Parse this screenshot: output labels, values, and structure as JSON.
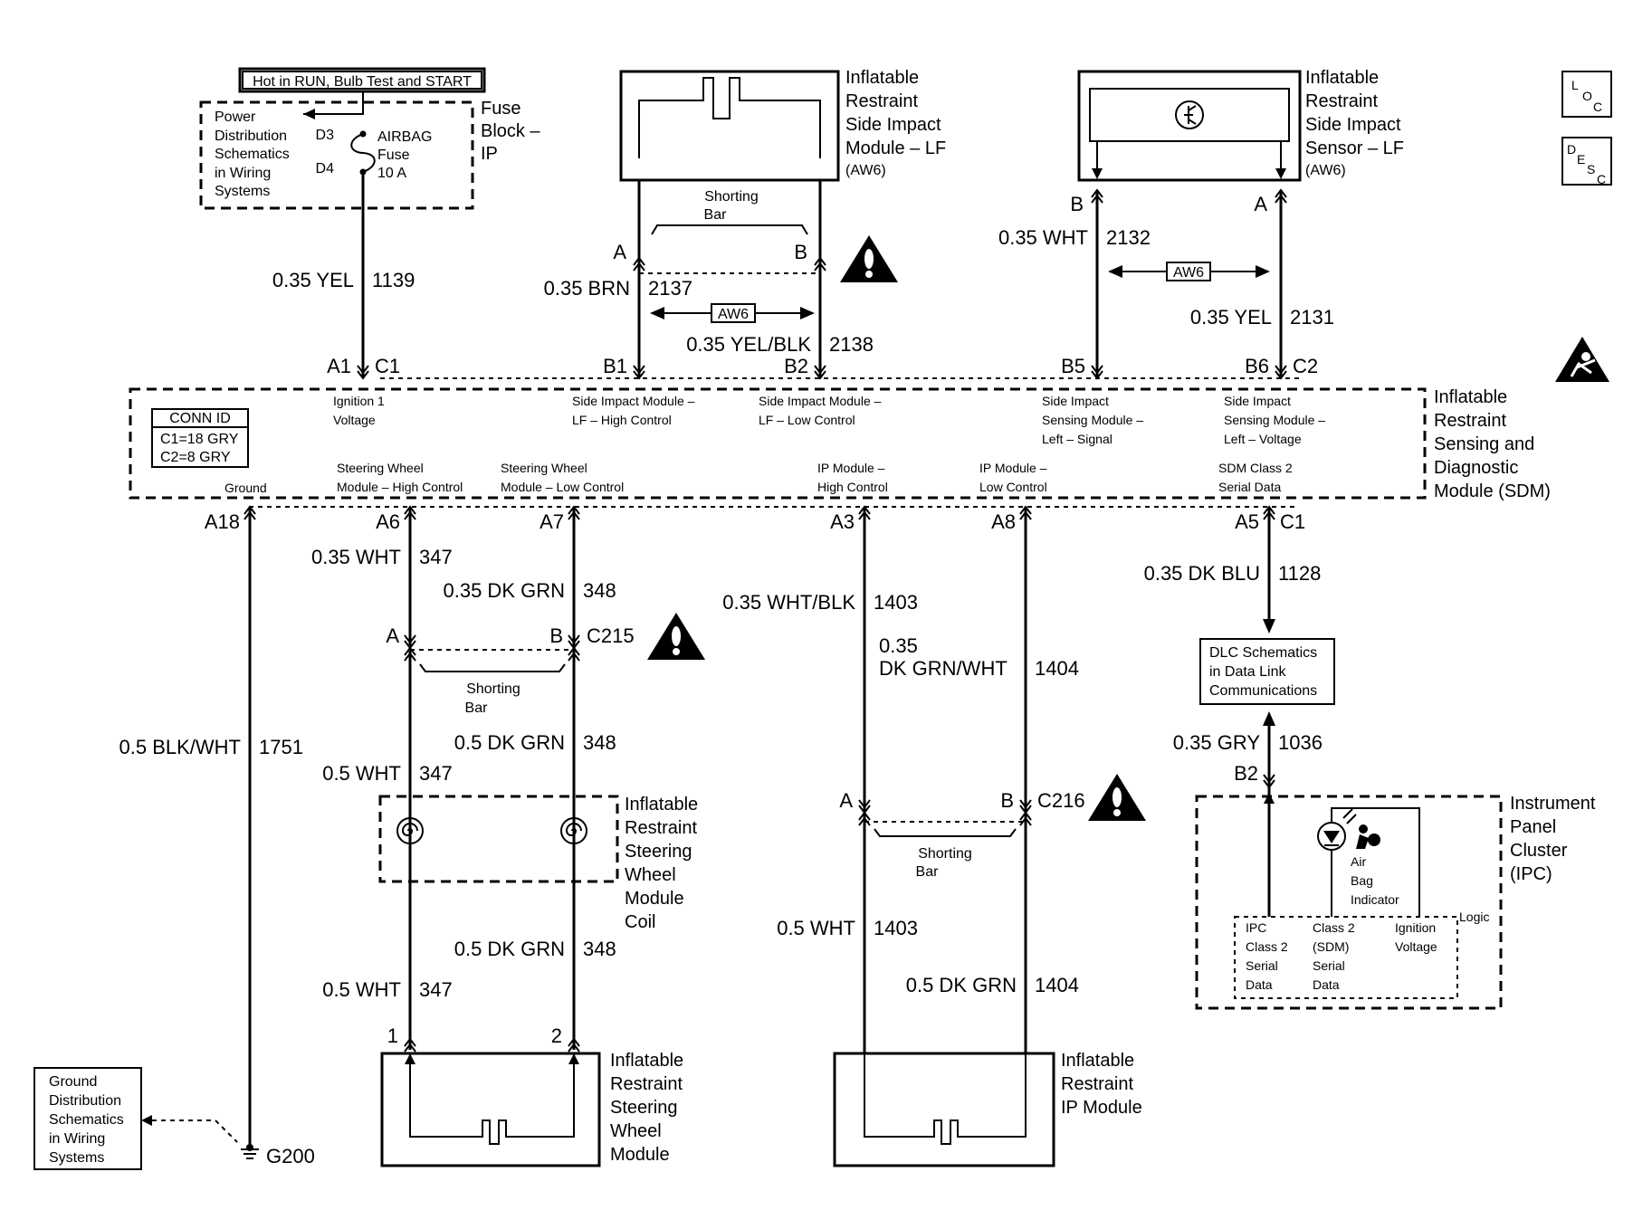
{
  "hot_label": "Hot in RUN, Bulb Test and START",
  "fuse_block": {
    "ref": [
      "Power",
      "Distribution",
      "Schematics",
      "in Wiring",
      "Systems"
    ],
    "pins": [
      "D3",
      "D4"
    ],
    "fuse": [
      "AIRBAG",
      "Fuse",
      "10 A"
    ],
    "name": [
      "Fuse",
      "Block –",
      "IP"
    ]
  },
  "side_module": {
    "name": [
      "Inflatable",
      "Restraint",
      "Side Impact",
      "Module – LF",
      "(AW6)"
    ],
    "shorting": [
      "Shorting",
      "Bar"
    ],
    "pins": [
      "A",
      "B"
    ]
  },
  "side_sensor": {
    "name": [
      "Inflatable",
      "Restraint",
      "Side Impact",
      "Sensor – LF",
      "(AW6)"
    ],
    "pins": [
      "B",
      "A"
    ]
  },
  "option_tag": "AW6",
  "sdm": {
    "name": [
      "Inflatable",
      "Restraint",
      "Sensing and",
      "Diagnostic",
      "Module (SDM)"
    ],
    "conn_title": "CONN ID",
    "conn": [
      "C1=18 GRY",
      "C2=8 GRY"
    ],
    "top_pins": [
      "A1",
      "C1",
      "B1",
      "B2",
      "B5",
      "B6",
      "C2"
    ],
    "bottom_pins": [
      "A18",
      "A6",
      "A7",
      "A3",
      "A8",
      "A5",
      "C1"
    ],
    "f_ign": [
      "Ignition 1",
      "Voltage"
    ],
    "f_sh": [
      "Side Impact Module –",
      "LF – High Control"
    ],
    "f_sl": [
      "Side Impact Module –",
      "LF – Low Control"
    ],
    "f_ss": [
      "Side Impact",
      "Sensing Module –",
      "Left – Signal"
    ],
    "f_sv": [
      "Side Impact",
      "Sensing Module –",
      "Left – Voltage"
    ],
    "f_gnd": "Ground",
    "f_swh": [
      "Steering Wheel",
      "Module – High Control"
    ],
    "f_swl": [
      "Steering Wheel",
      "Module – Low Control"
    ],
    "f_iph": [
      "IP Module –",
      "High Control"
    ],
    "f_ipl": [
      "IP Module –",
      "Low Control"
    ],
    "f_cl2": [
      "SDM Class 2",
      "Serial Data"
    ]
  },
  "wires": {
    "w1139": [
      "0.35 YEL",
      "1139"
    ],
    "w2137": [
      "0.35 BRN",
      "2137"
    ],
    "w2138": [
      "0.35 YEL/BLK",
      "2138"
    ],
    "w2132": [
      "0.35 WHT",
      "2132"
    ],
    "w2131": [
      "0.35 YEL",
      "2131"
    ],
    "w347a": [
      "0.35 WHT",
      "347"
    ],
    "w348a": [
      "0.35 DK GRN",
      "348"
    ],
    "w1403a": [
      "0.35 WHT/BLK",
      "1403"
    ],
    "w1404a": [
      "0.35",
      "DK GRN/WHT",
      "1404"
    ],
    "w1128": [
      "0.35 DK BLU",
      "1128"
    ],
    "w1751": [
      "0.5 BLK/WHT",
      "1751"
    ],
    "w348b": [
      "0.5 DK GRN",
      "348"
    ],
    "w347b": [
      "0.5 WHT",
      "347"
    ],
    "w348c": [
      "0.5 DK GRN",
      "348"
    ],
    "w347c": [
      "0.5 WHT",
      "347"
    ],
    "w1403b": [
      "0.5 WHT",
      "1403"
    ],
    "w1404b": [
      "0.5 DK GRN",
      "1404"
    ],
    "w1036": [
      "0.35 GRY",
      "1036"
    ]
  },
  "c215": {
    "pins": [
      "A",
      "B"
    ],
    "name": "C215",
    "shorting": [
      "Shorting",
      "Bar"
    ]
  },
  "c216": {
    "pins": [
      "A",
      "B"
    ],
    "name": "C216",
    "shorting": [
      "Shorting",
      "Bar"
    ]
  },
  "coil": [
    "Inflatable",
    "Restraint",
    "Steering",
    "Wheel",
    "Module",
    "Coil"
  ],
  "steering_module": {
    "pins": [
      "1",
      "2"
    ],
    "name": [
      "Inflatable",
      "Restraint",
      "Steering",
      "Wheel",
      "Module"
    ]
  },
  "ip_module": [
    "Inflatable",
    "Restraint",
    "IP Module"
  ],
  "dlc": [
    "DLC Schematics",
    "in Data Link",
    "Communications"
  ],
  "ipc": {
    "pin": "B2",
    "name": [
      "Instrument",
      "Panel",
      "Cluster",
      "(IPC)"
    ],
    "indicator": [
      "Air",
      "Bag",
      "Indicator"
    ],
    "logic": "Logic",
    "f1": [
      "IPC",
      "Class 2",
      "Serial",
      "Data"
    ],
    "f2": [
      "Class 2",
      "(SDM)",
      "Serial",
      "Data"
    ],
    "f3": [
      "Ignition",
      "Voltage"
    ]
  },
  "ground": {
    "ref": [
      "Ground",
      "Distribution",
      "Schematics",
      "in Wiring",
      "Systems"
    ],
    "name": "G200"
  },
  "icons": {
    "loc": [
      "L",
      "O",
      "C"
    ],
    "desc": [
      "D",
      "E",
      "S",
      "C"
    ]
  }
}
